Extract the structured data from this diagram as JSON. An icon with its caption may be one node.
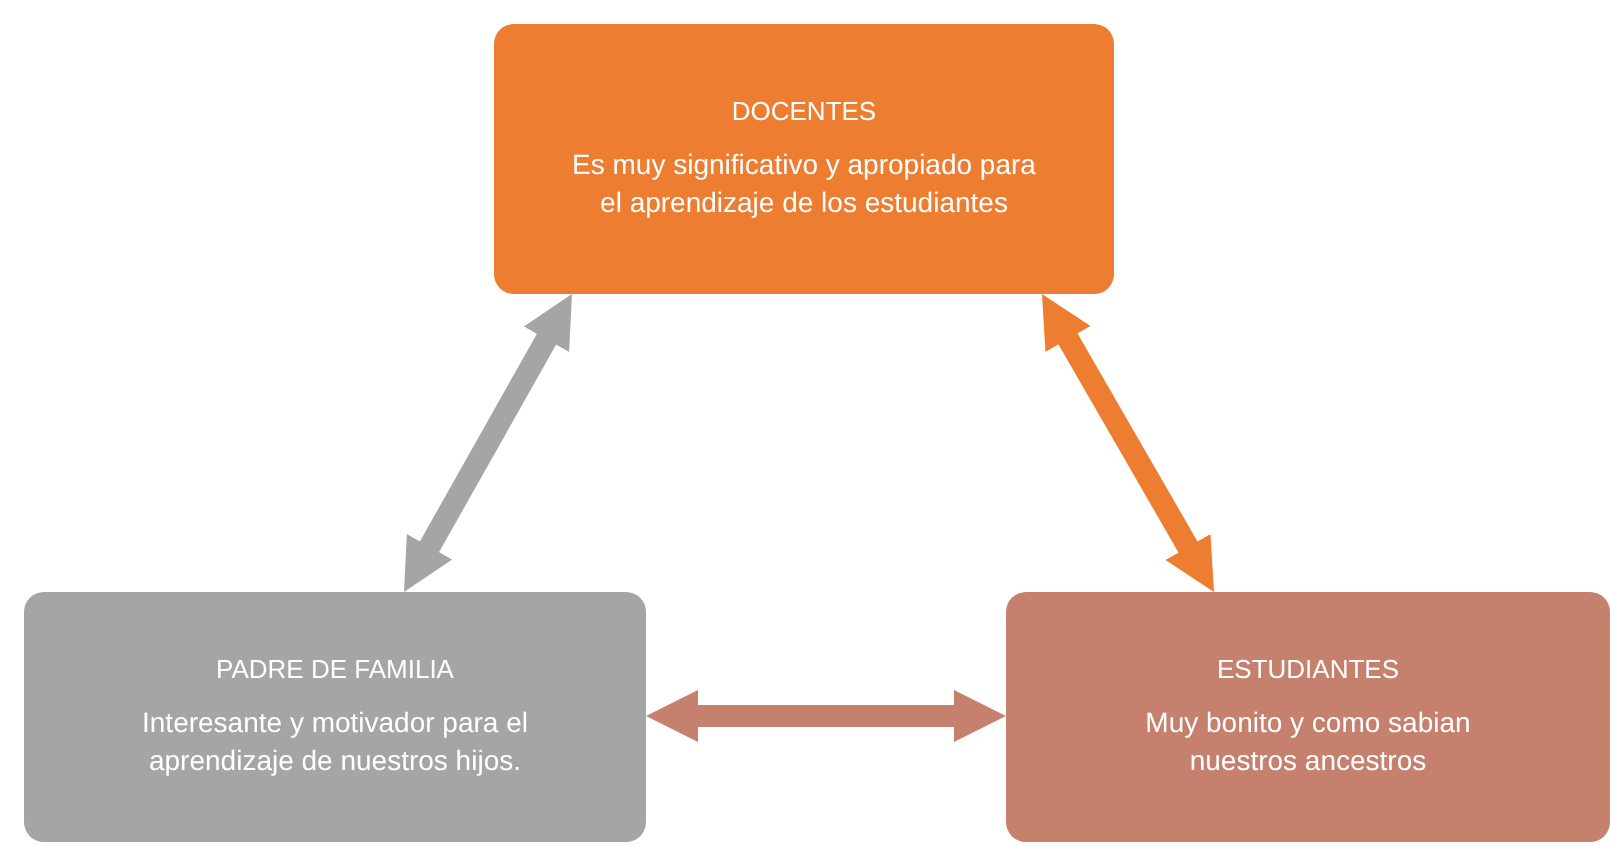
{
  "diagram": {
    "nodes": [
      {
        "text": [
          "DOCENTES",
          "Es muy significativo y apropiado para el aprendizaje de los estudiantes"
        ]
      },
      {
        "text": [
          "PADRE DE FAMILIA",
          "Interesante y motivador para el aprendizaje de nuestros hijos."
        ]
      },
      {
        "text": [
          "ESTUDIANTES",
          "Muy bonito y como sabian nuestros ancestros"
        ]
      }
    ],
    "edges": [
      {
        "from": 1,
        "to": 0,
        "arrow": "both",
        "color": "#a5a5a5"
      },
      {
        "from": 0,
        "to": 2,
        "arrow": "both",
        "color": "#ed7d31"
      },
      {
        "from": 1,
        "to": 2,
        "arrow": "both",
        "color": "#c5816e"
      }
    ]
  }
}
